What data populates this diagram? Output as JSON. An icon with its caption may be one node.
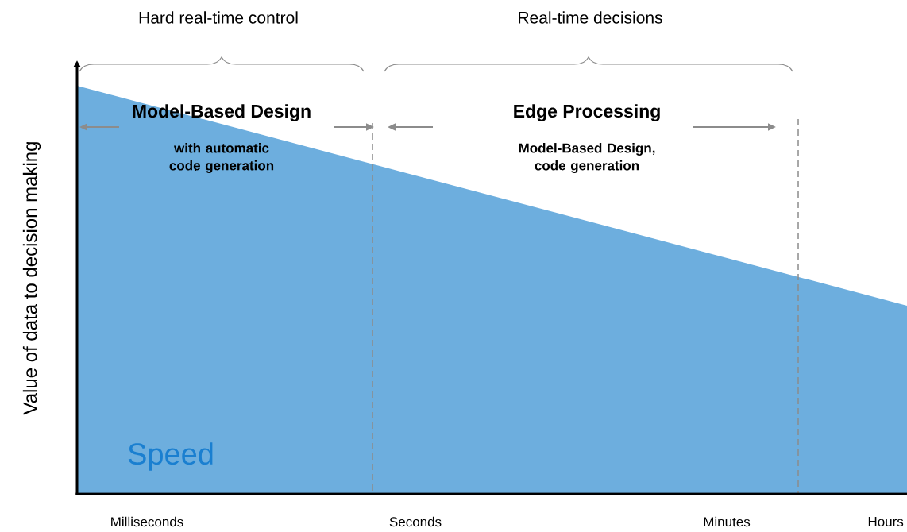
{
  "diagram": {
    "labels": [
      "Hard real-time control",
      "Real-time decisions",
      "Value of data to decision making",
      "Model-Based Design",
      "with automatic code generation",
      "Edge Processing",
      "Model-Based Design, code generation",
      "Speed",
      "Milliseconds",
      "Seconds",
      "Minutes",
      "Hours"
    ]
  }
}
